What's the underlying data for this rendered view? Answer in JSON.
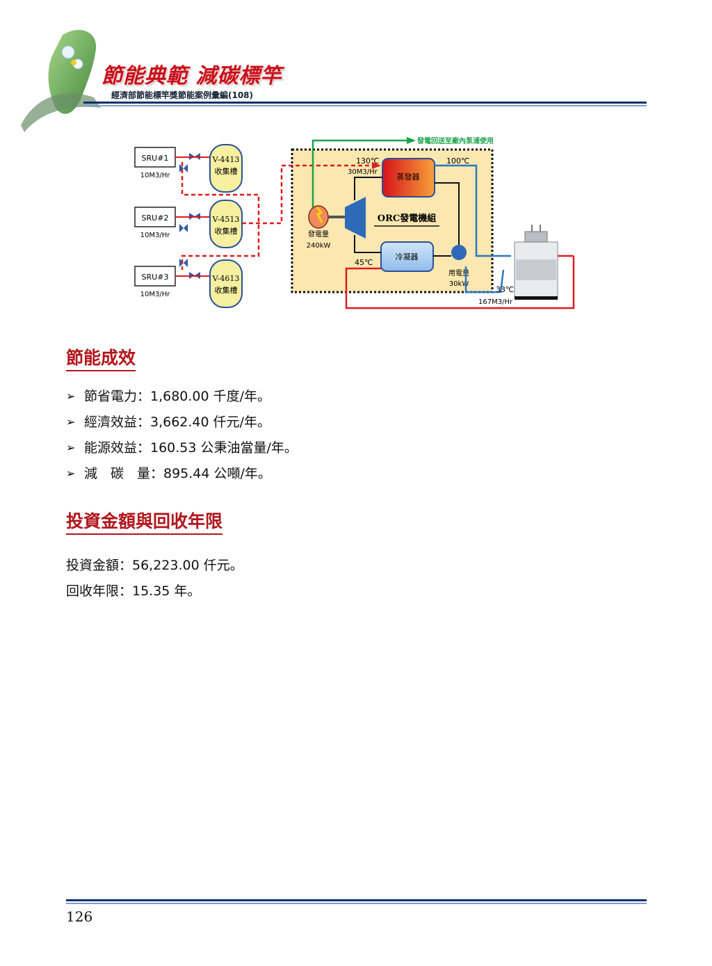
{
  "header": {
    "title": "節能典範 減碳標竿",
    "subtitle": "經濟部節能標竿獎節能案例彙編(108)"
  },
  "diagram": {
    "sru": [
      {
        "name": "SRU#1",
        "flow": "10M3/Hr",
        "tank": "V-4413",
        "tank_label": "收集槽"
      },
      {
        "name": "SRU#2",
        "flow": "10M3/Hr",
        "tank": "V-4513",
        "tank_label": "收集槽"
      },
      {
        "name": "SRU#3",
        "flow": "10M3/Hr",
        "tank": "V-4613",
        "tank_label": "收集槽"
      }
    ],
    "top_label": "發電回送至廠內泵浦使用",
    "inlet_temp": "130℃",
    "inlet_flow": "30M3/Hr",
    "evaporator": "蒸發器",
    "evap_out_temp": "100℃",
    "orc_label": "ORC發電機組",
    "generator_label": "發電量",
    "generator_value": "240kW",
    "condenser": "冷凝器",
    "condenser_temp": "45℃",
    "pump_label": "用電量",
    "pump_value": "30kW",
    "cooling_temp": "33℃",
    "cooling_flow": "167M3/Hr"
  },
  "section1": {
    "title": "節能成效",
    "items": [
      "節省電力：1,680.00 千度/年。",
      "經濟效益：3,662.40 仟元/年。",
      "能源效益：160.53 公秉油當量/年。",
      "減　碳　量：895.44 公噸/年。"
    ]
  },
  "section2": {
    "title": "投資金額與回收年限",
    "investment": "投資金額：56,223.00 仟元。",
    "payback": "回收年限：15.35 年。"
  },
  "footer": {
    "page_number": "126"
  }
}
